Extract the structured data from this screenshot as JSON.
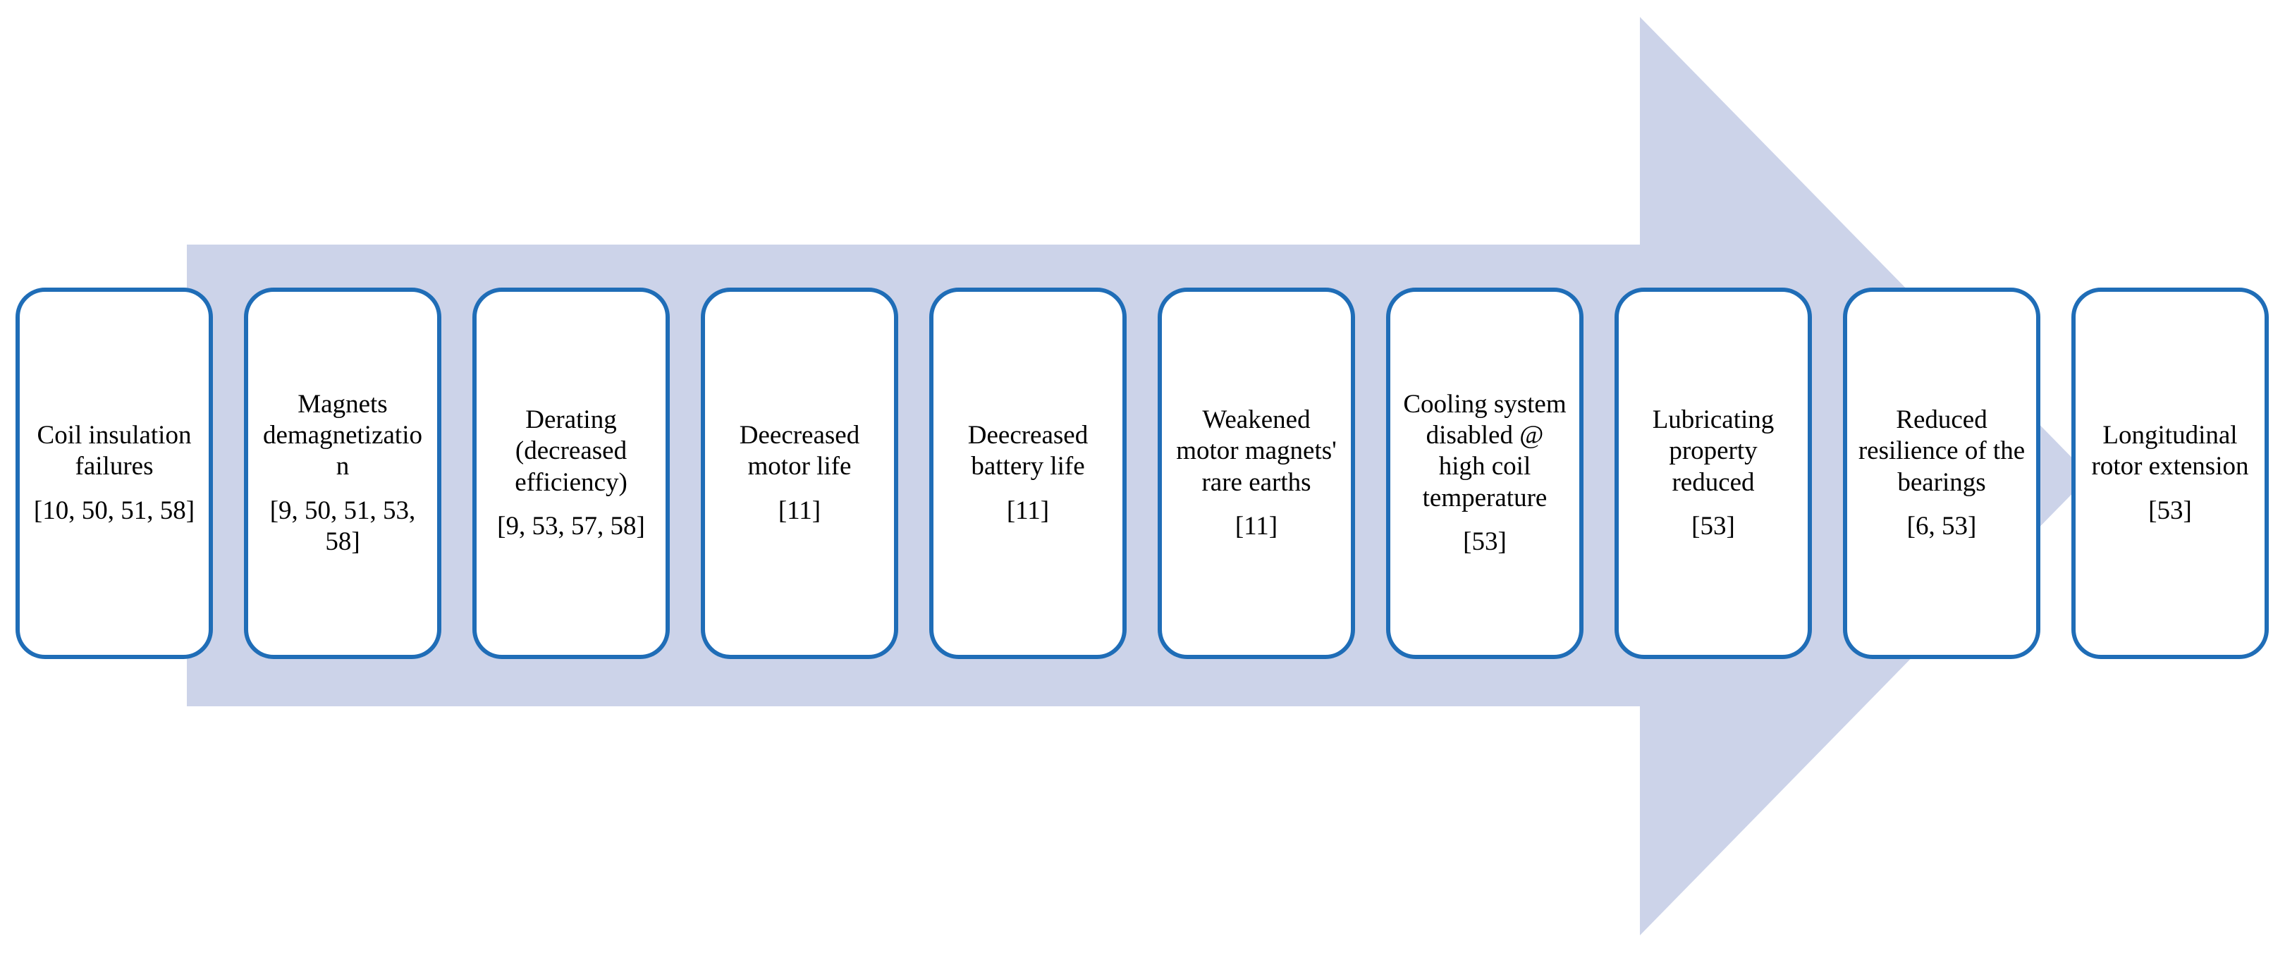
{
  "diagram": {
    "type": "process-arrow",
    "arrow": {
      "direction": "right",
      "fill_color": "#ccd3e9"
    },
    "box_style": {
      "border_color": "#1f6db7",
      "fill_color": "#ffffff",
      "text_color": "#000000"
    },
    "boxes": [
      {
        "label": "Coil insulation failures",
        "citation": "[10, 50, 51, 58]"
      },
      {
        "label": "Magnets demagnetization",
        "citation": "[9, 50, 51, 53, 58]"
      },
      {
        "label": "Derating (decreased efficiency)",
        "citation": "[9, 53, 57, 58]"
      },
      {
        "label": "Deecreased motor life",
        "citation": "[11]"
      },
      {
        "label": "Deecreased battery life",
        "citation": "[11]"
      },
      {
        "label": "Weakened motor magnets' rare earths",
        "citation": "[11]"
      },
      {
        "label": "Cooling system disabled @ high coil temperature",
        "citation": "[53]"
      },
      {
        "label": "Lubricating property reduced",
        "citation": "[53]"
      },
      {
        "label": "Reduced resilience of the bearings",
        "citation": "[6, 53]"
      },
      {
        "label": "Longitudinal rotor extension",
        "citation": "[53]"
      }
    ]
  }
}
